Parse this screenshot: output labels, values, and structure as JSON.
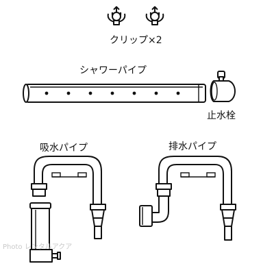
{
  "labels": {
    "clips": "クリップ×2",
    "shower_pipe": "シャワーパイプ",
    "stop_valve": "止水栓",
    "intake_pipe": "吸水パイプ",
    "outlet_pipe": "排水パイプ"
  },
  "watermark": "Photo レンタルアクア"
}
